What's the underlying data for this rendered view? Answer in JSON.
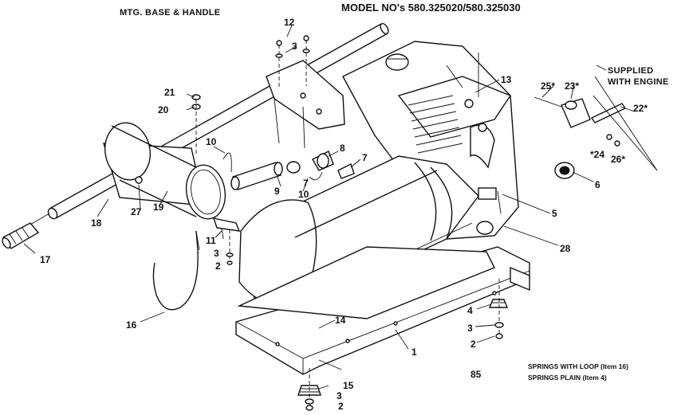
{
  "header": {
    "title_left": "MTG. BASE &  HANDLE",
    "title_right": "MODEL NO's 580.325020/580.325030"
  },
  "supplied": {
    "line1": "SUPPLIED",
    "line2": "WITH ENGINE"
  },
  "footnote": {
    "line1": "SPRINGS WITH LOOP (Item 16)",
    "line2": "SPRINGS PLAIN (Item 4)"
  },
  "page_number": "85",
  "callouts": {
    "c12": "12",
    "c3a": "3",
    "c13": "13",
    "c21": "21",
    "c20": "20",
    "c25": "25*",
    "c23": "23*",
    "c22": "22*",
    "c10a": "10",
    "c8": "8",
    "c7a": "7",
    "c7b": "7",
    "c9": "9",
    "c10b": "10",
    "c24": "*24",
    "c26": "26*",
    "c6": "6",
    "c5": "5",
    "c18": "18",
    "c27": "27",
    "c19": "19",
    "c17": "17",
    "c11": "11",
    "c3b": "3",
    "c2a": "2",
    "c28": "28",
    "c4": "4",
    "c3c": "3",
    "c2b": "2",
    "c14": "14",
    "c16": "16",
    "c1": "1",
    "c15": "15",
    "c3d": "3",
    "c2c": "2"
  }
}
